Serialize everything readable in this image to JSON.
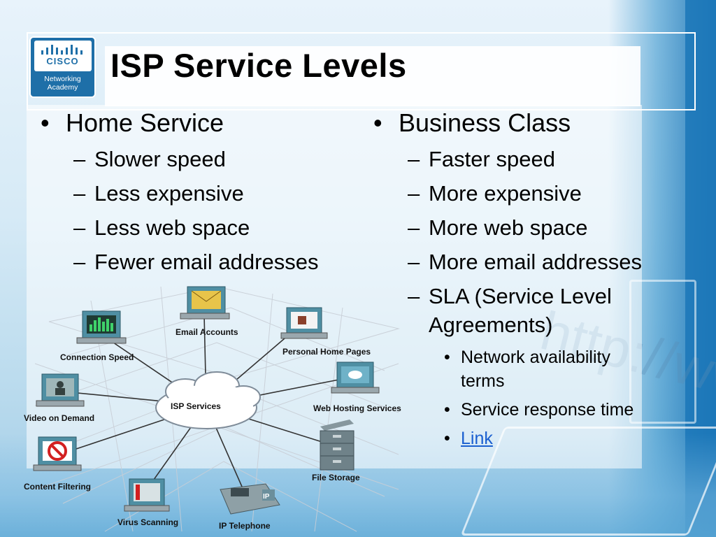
{
  "slide": {
    "title": "ISP Service Levels",
    "logo": {
      "brand": "CISCO",
      "subtitle_line1": "Networking",
      "subtitle_line2": "Academy"
    },
    "left_column": {
      "heading": "Home Service",
      "items": [
        "Slower speed",
        "Less expensive",
        "Less web space",
        "Fewer email addresses"
      ]
    },
    "right_column": {
      "heading": "Business Class",
      "items": [
        "Faster speed",
        "More expensive",
        "More web space",
        "More email addresses"
      ],
      "sla_line1": "SLA (Service Level",
      "sla_line2": "Agreements)",
      "sla_items": {
        "availability_line1": "Network availability",
        "availability_line2": "terms",
        "response": "Service response time",
        "link": "Link"
      }
    },
    "diagram": {
      "center": "ISP Services",
      "nodes": {
        "email": "Email Accounts",
        "home_pages": "Personal Home Pages",
        "connection": "Connection Speed",
        "web_hosting": "Web Hosting Services",
        "video": "Video on Demand",
        "file_storage": "File Storage",
        "filtering": "Content Filtering",
        "virus": "Virus Scanning",
        "telephone": "IP Telephone"
      }
    },
    "watermark": "http://www"
  }
}
